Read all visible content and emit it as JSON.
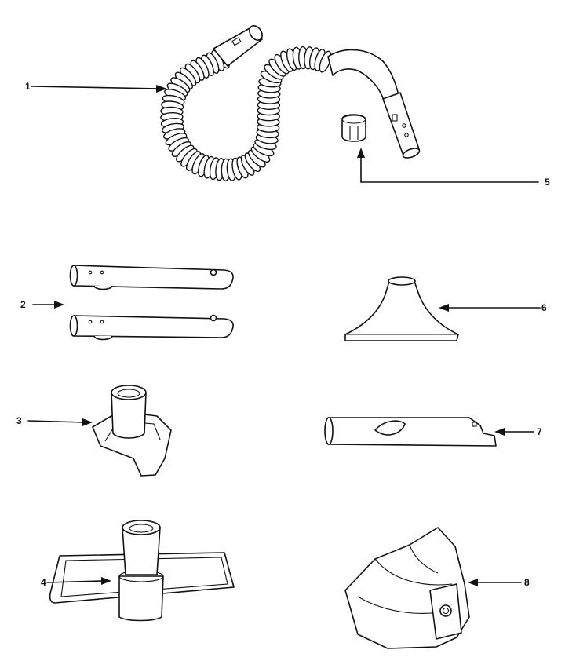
{
  "diagram": {
    "callouts": [
      {
        "id": "1",
        "text": "1"
      },
      {
        "id": "2",
        "text": "2"
      },
      {
        "id": "3",
        "text": "3"
      },
      {
        "id": "4",
        "text": "4"
      },
      {
        "id": "5",
        "text": "5"
      },
      {
        "id": "6",
        "text": "6"
      },
      {
        "id": "7",
        "text": "7"
      },
      {
        "id": "8",
        "text": "8"
      }
    ],
    "line_color": "#111111",
    "background": "#ffffff"
  }
}
